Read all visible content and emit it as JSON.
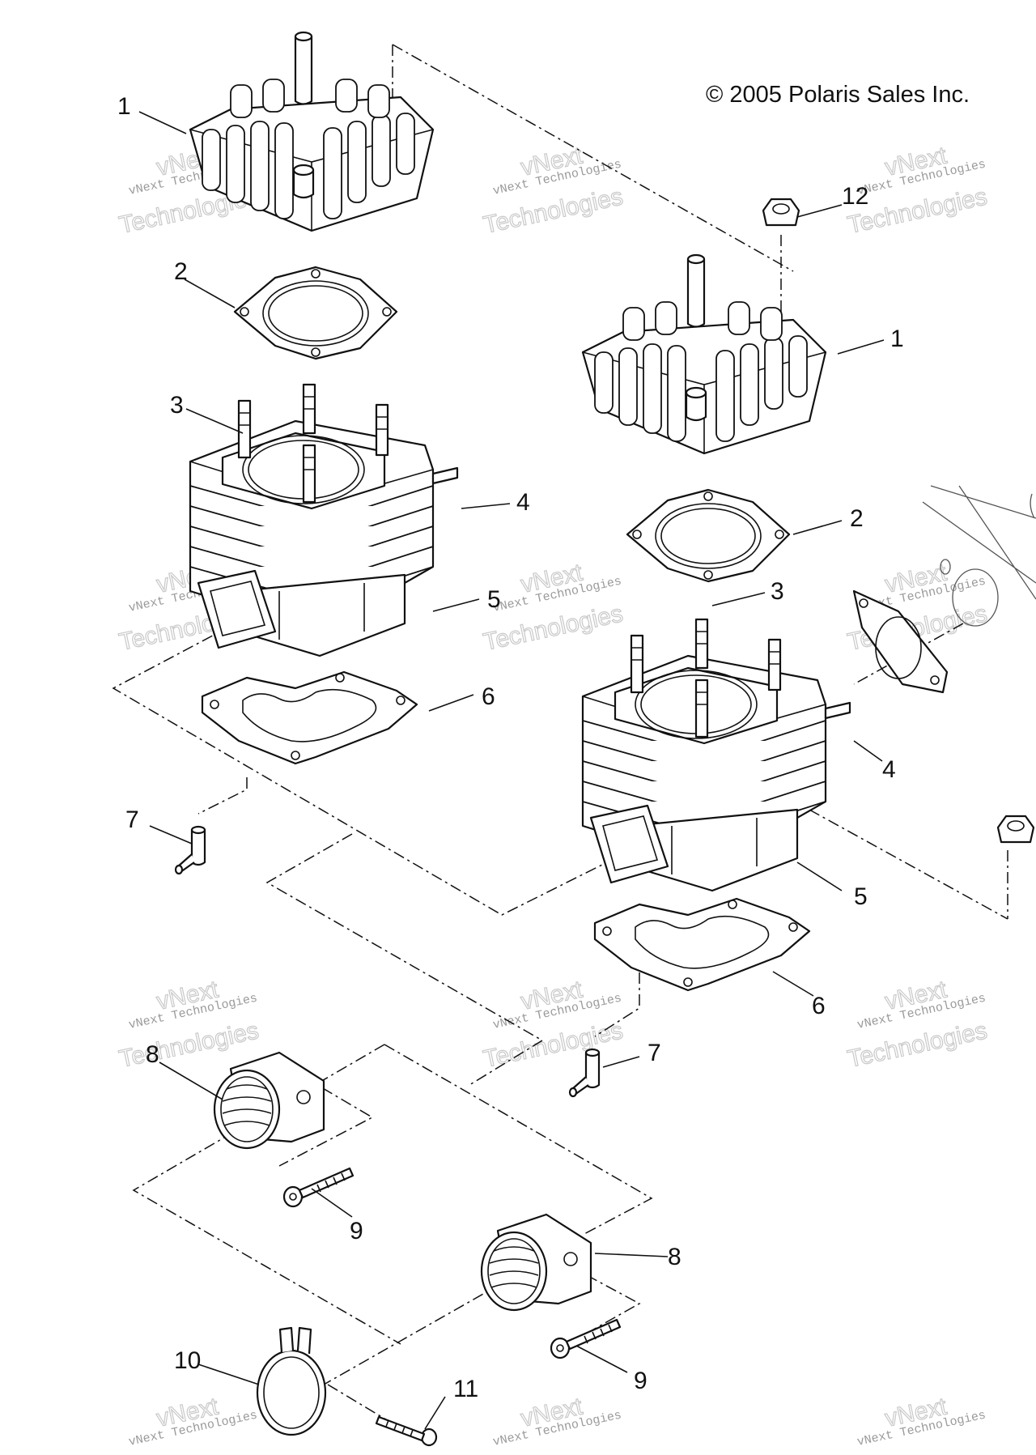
{
  "copyright": "© 2005 Polaris Sales Inc.",
  "watermark": {
    "line1": "vNext Technologies",
    "line2": "vNext",
    "line3": "Technologies"
  },
  "callouts": {
    "c1a": "1",
    "c1b": "1",
    "c2a": "2",
    "c2b": "2",
    "c3a": "3",
    "c3b": "3",
    "c4a": "4",
    "c4b": "4",
    "c5a": "5",
    "c5b": "5",
    "c6a": "6",
    "c6b": "6",
    "c7a": "7",
    "c7b": "7",
    "c8a": "8",
    "c8b": "8",
    "c9a": "9",
    "c9b": "9",
    "c10": "10",
    "c11": "11",
    "c12": "12"
  },
  "colors": {
    "line": "#111111",
    "background": "#ffffff",
    "watermark": "#c9c9c9"
  }
}
